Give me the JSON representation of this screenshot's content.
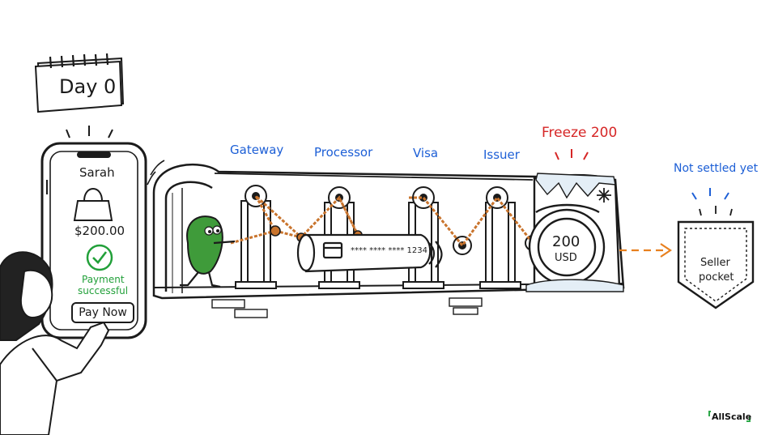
{
  "calendar": {
    "label": "Day 0"
  },
  "phone": {
    "customer_name": "Sarah",
    "price": "$200.00",
    "status_line1": "Payment",
    "status_line2": "successful",
    "pay_button": "Pay Now"
  },
  "pipeline": {
    "stages": [
      "Gateway",
      "Processor",
      "Visa",
      "Issuer"
    ],
    "card_number": "**** **** **** 1234"
  },
  "freeze": {
    "label": "Freeze 200",
    "amount": "200",
    "currency": "USD"
  },
  "seller": {
    "status": "Not settled yet",
    "line1": "Seller",
    "line2": "pocket"
  },
  "brand": {
    "name": "AllScale"
  },
  "colors": {
    "blue": "#1d5fd6",
    "red": "#d62626",
    "green": "#22a03a",
    "orange": "#e8801e",
    "rope": "#c9742d",
    "bean": "#3f9b3a"
  }
}
